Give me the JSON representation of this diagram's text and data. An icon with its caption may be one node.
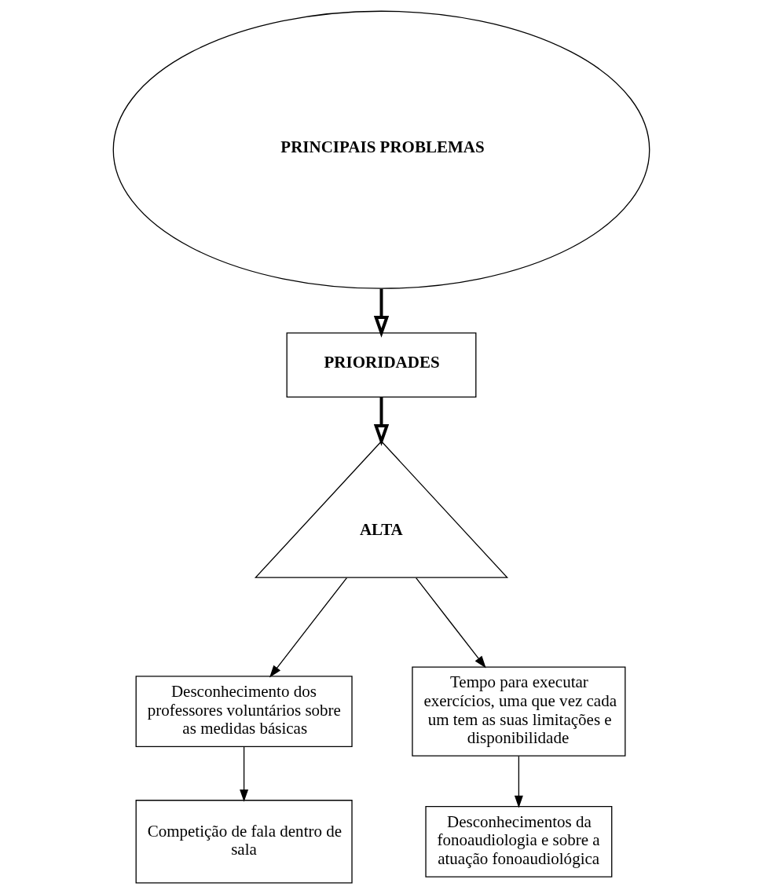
{
  "diagram": {
    "nodes": [
      {
        "text": [
          "PRINCIPAIS PROBLEMAS"
        ]
      },
      {
        "text": [
          "PRIORIDADES"
        ]
      },
      {
        "text": [
          "ALTA"
        ]
      },
      {
        "text": [
          "Desconhecimento dos professores voluntários sobre as medidas básicas"
        ]
      },
      {
        "text": [
          "Tempo para executar exercícios, uma que vez cada um tem as suas limitações e disponibilidade"
        ]
      },
      {
        "text": [
          "Competição de fala dentro de sala"
        ]
      },
      {
        "text": [
          "Desconhecimentos da fonoaudiologia e sobre a atuação fonoaudiológica"
        ]
      }
    ],
    "edges": [
      {
        "from": 0,
        "to": 1,
        "arrow": "to",
        "style": "thick"
      },
      {
        "from": 1,
        "to": 2,
        "arrow": "to",
        "style": "thick"
      },
      {
        "from": 2,
        "to": 3,
        "arrow": "to"
      },
      {
        "from": 2,
        "to": 4,
        "arrow": "to"
      },
      {
        "from": 3,
        "to": 5,
        "arrow": "to"
      },
      {
        "from": 4,
        "to": 6,
        "arrow": "to"
      }
    ]
  }
}
